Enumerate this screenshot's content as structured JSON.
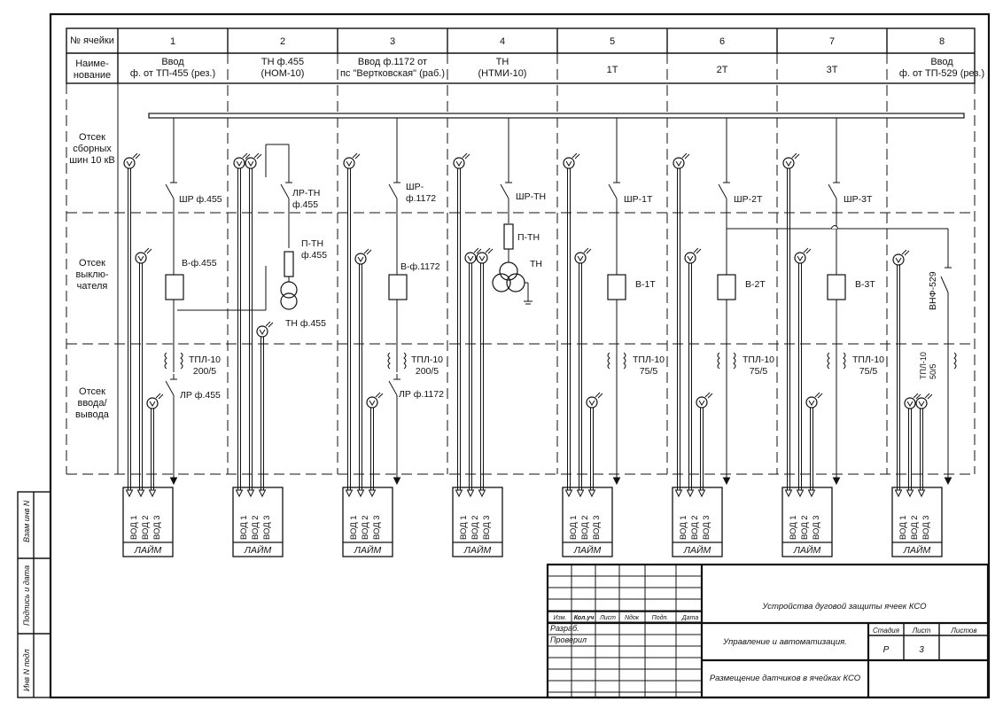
{
  "header": {
    "col_label": "№ ячейки",
    "name_label": [
      "Наиме-",
      "нование"
    ]
  },
  "cells": [
    {
      "num": "1",
      "name": [
        "Ввод",
        "ф. от ТП-455 (рез.)"
      ],
      "bus_switch": "ШР ф.455",
      "breaker": "В-ф.455",
      "ct": [
        "ТПЛ-10",
        "200/5"
      ],
      "line_switch": "ЛР ф.455"
    },
    {
      "num": "2",
      "name": [
        "ТН ф.455",
        "(НОМ-10)"
      ],
      "bus_switch": [
        "ЛР-ТН",
        "ф.455"
      ],
      "fuse": [
        "П-ТН",
        "ф.455"
      ],
      "vt": "ТН ф.455"
    },
    {
      "num": "3",
      "name": [
        "Ввод ф.1172 от",
        "пс \"Вертковская\" (раб.)"
      ],
      "bus_switch": [
        "ШР-",
        "ф.1172"
      ],
      "breaker": "В-ф.1172",
      "ct": [
        "ТПЛ-10",
        "200/5"
      ],
      "line_switch": "ЛР ф.1172"
    },
    {
      "num": "4",
      "name": [
        "ТН",
        "(НТМИ-10)"
      ],
      "bus_switch": "ШР-ТН",
      "fuse": "П-ТН",
      "vt": "ТН"
    },
    {
      "num": "5",
      "name": [
        "1Т"
      ],
      "bus_switch": "ШР-1Т",
      "breaker": "В-1Т",
      "ct": [
        "ТПЛ-10",
        "75/5"
      ]
    },
    {
      "num": "6",
      "name": [
        "2Т"
      ],
      "bus_switch": "ШР-2Т",
      "breaker": "В-2Т",
      "ct": [
        "ТПЛ-10",
        "75/5"
      ]
    },
    {
      "num": "7",
      "name": [
        "3Т"
      ],
      "bus_switch": "ШР-3Т",
      "breaker": "В-3Т",
      "ct": [
        "ТПЛ-10",
        "75/5"
      ]
    },
    {
      "num": "8",
      "name": [
        "Ввод",
        "ф. от ТП-529 (рез.)"
      ],
      "load_switch": "ВНФ-529",
      "ct": [
        "ТПЛ-10",
        "50/5"
      ]
    }
  ],
  "compartments": [
    [
      "Отсек",
      "сборных",
      "шин 10 кВ"
    ],
    [
      "Отсек",
      "выклю-",
      "чателя"
    ],
    [
      "Отсек",
      "ввода/",
      "вывода"
    ]
  ],
  "device": {
    "inputs": [
      "ВОД 1",
      "ВОД 2",
      "ВОД 3"
    ],
    "name": "ЛАЙМ"
  },
  "side_labels": [
    "Взам инв N",
    "Подпись и дата",
    "Инв N подл"
  ],
  "title_block": {
    "col_headers": [
      "Изм.",
      "Кол.уч",
      "Лист",
      "Nдок",
      "Подп.",
      "Дата"
    ],
    "rows": [
      "Разраб.",
      "Проверил"
    ],
    "project": "Устройства дуговой защиты ячеек КСО",
    "section": "Управление и автоматизация.",
    "sheet_title": "Размещение датчиков в ячейках КСО",
    "stage_label": "Стадия",
    "sheet_label": "Лист",
    "sheets_label": "Листов",
    "stage": "Р",
    "sheet": "3",
    "sheets": ""
  }
}
